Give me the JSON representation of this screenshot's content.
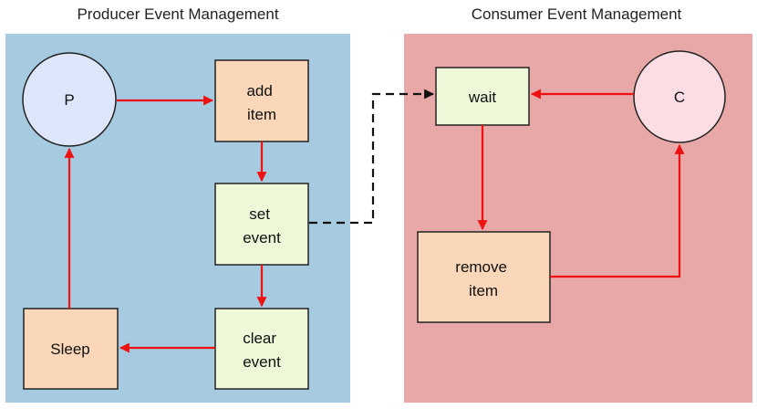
{
  "producer": {
    "title": "Producer Event Management",
    "node_p": "P",
    "add_item": [
      "add",
      "item"
    ],
    "set_event": [
      "set",
      "event"
    ],
    "clear_event": [
      "clear",
      "event"
    ],
    "sleep": "Sleep"
  },
  "consumer": {
    "title": "Consumer Event Management",
    "node_c": "C",
    "wait": "wait",
    "remove_item": [
      "remove",
      "item"
    ]
  },
  "colors": {
    "producer_panel": "#a6cadf",
    "consumer_panel": "#e8a8a8",
    "circle_p": "#dde6fa",
    "circle_c": "#fbdde3",
    "orange_box": "#fbd7b9",
    "green_box": "#ecf8d7",
    "arrow": "#ee1111",
    "dashed": "#111111"
  }
}
